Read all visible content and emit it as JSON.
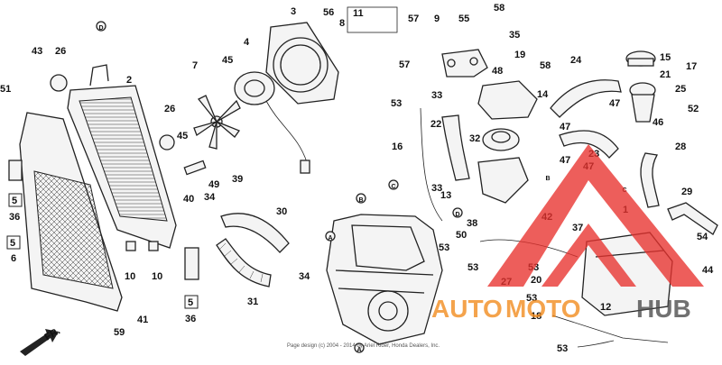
{
  "labels": {
    "p1": "1",
    "p2": "2",
    "p3": "3",
    "p4": "4",
    "p5a": "5",
    "p5b": "5",
    "p5c": "5",
    "p6": "6",
    "p7": "7",
    "p8": "8",
    "p9": "9",
    "p10a": "10",
    "p10b": "10",
    "p11": "11",
    "p12": "12",
    "p13": "13",
    "p14": "14",
    "p15": "15",
    "p16": "16",
    "p17": "17",
    "p18": "18",
    "p19": "19",
    "p20": "20",
    "p21": "21",
    "p22": "22",
    "p23": "23",
    "p24": "24",
    "p25": "25",
    "p26a": "26",
    "p26b": "26",
    "p27": "27",
    "p28": "28",
    "p29": "29",
    "p30": "30",
    "p31": "31",
    "p32": "32",
    "p33a": "33",
    "p33b": "33",
    "p34a": "34",
    "p34b": "34",
    "p35": "35",
    "p36a": "36",
    "p36b": "36",
    "p37": "37",
    "p38": "38",
    "p39": "39",
    "p40": "40",
    "p41": "41",
    "p42": "42",
    "p43": "43",
    "p44": "44",
    "p45a": "45",
    "p45b": "45",
    "p46": "46",
    "p47a": "47",
    "p47b": "47",
    "p47c": "47",
    "p47d": "47",
    "p48": "48",
    "p49": "49",
    "p50": "50",
    "p51": "51",
    "p52": "52",
    "p53a": "53",
    "p53b": "53",
    "p53c": "53",
    "p53d": "53",
    "p53e": "53",
    "p53f": "53",
    "p54": "54",
    "p55": "55",
    "p56": "56",
    "p57a": "57",
    "p57b": "57",
    "p58a": "58",
    "p58b": "58",
    "p59": "59",
    "refA1": "A",
    "refA2": "A",
    "refB1": "B",
    "refB2": "B",
    "refC1": "C",
    "refC2": "C",
    "refD1": "D",
    "refD2": "D"
  },
  "direction_label": "FR.",
  "copyright": "Page design (c) 2004 - 2014 by Ariel Rider, Honda Dealers, Inc.",
  "watermark": {
    "auto": "AUTO",
    "moto": "MOTO",
    "hub": "HUB",
    "red": "#e8322e",
    "orange": "#f28a1a",
    "grey": "#4a4a4a"
  }
}
